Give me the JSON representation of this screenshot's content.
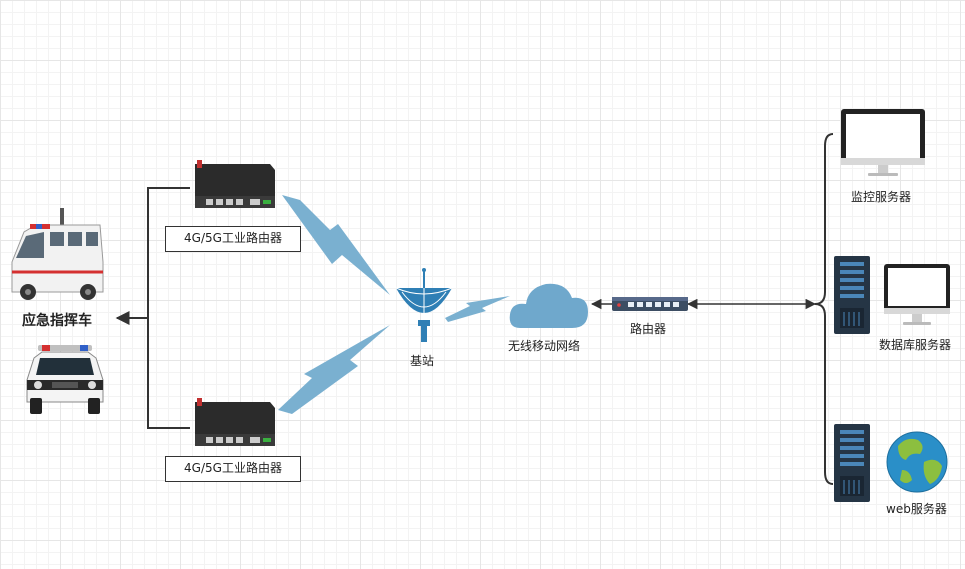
{
  "vehicles": {
    "label": "应急指挥车"
  },
  "router_top": {
    "label": "4G/5G工业路由器"
  },
  "router_bottom": {
    "label": "4G/5G工业路由器"
  },
  "base_station": {
    "label": "基站"
  },
  "cloud": {
    "label": "无线移动网络"
  },
  "switch": {
    "label": "路由器"
  },
  "servers": {
    "monitor": "监控服务器",
    "database": "数据库服务器",
    "web": "web服务器"
  },
  "colors": {
    "signal": "#7ab0d0",
    "cloud": "#6fa8cc",
    "line": "#333333",
    "router_body": "#2b2b2b",
    "server_rack": "#253545"
  }
}
